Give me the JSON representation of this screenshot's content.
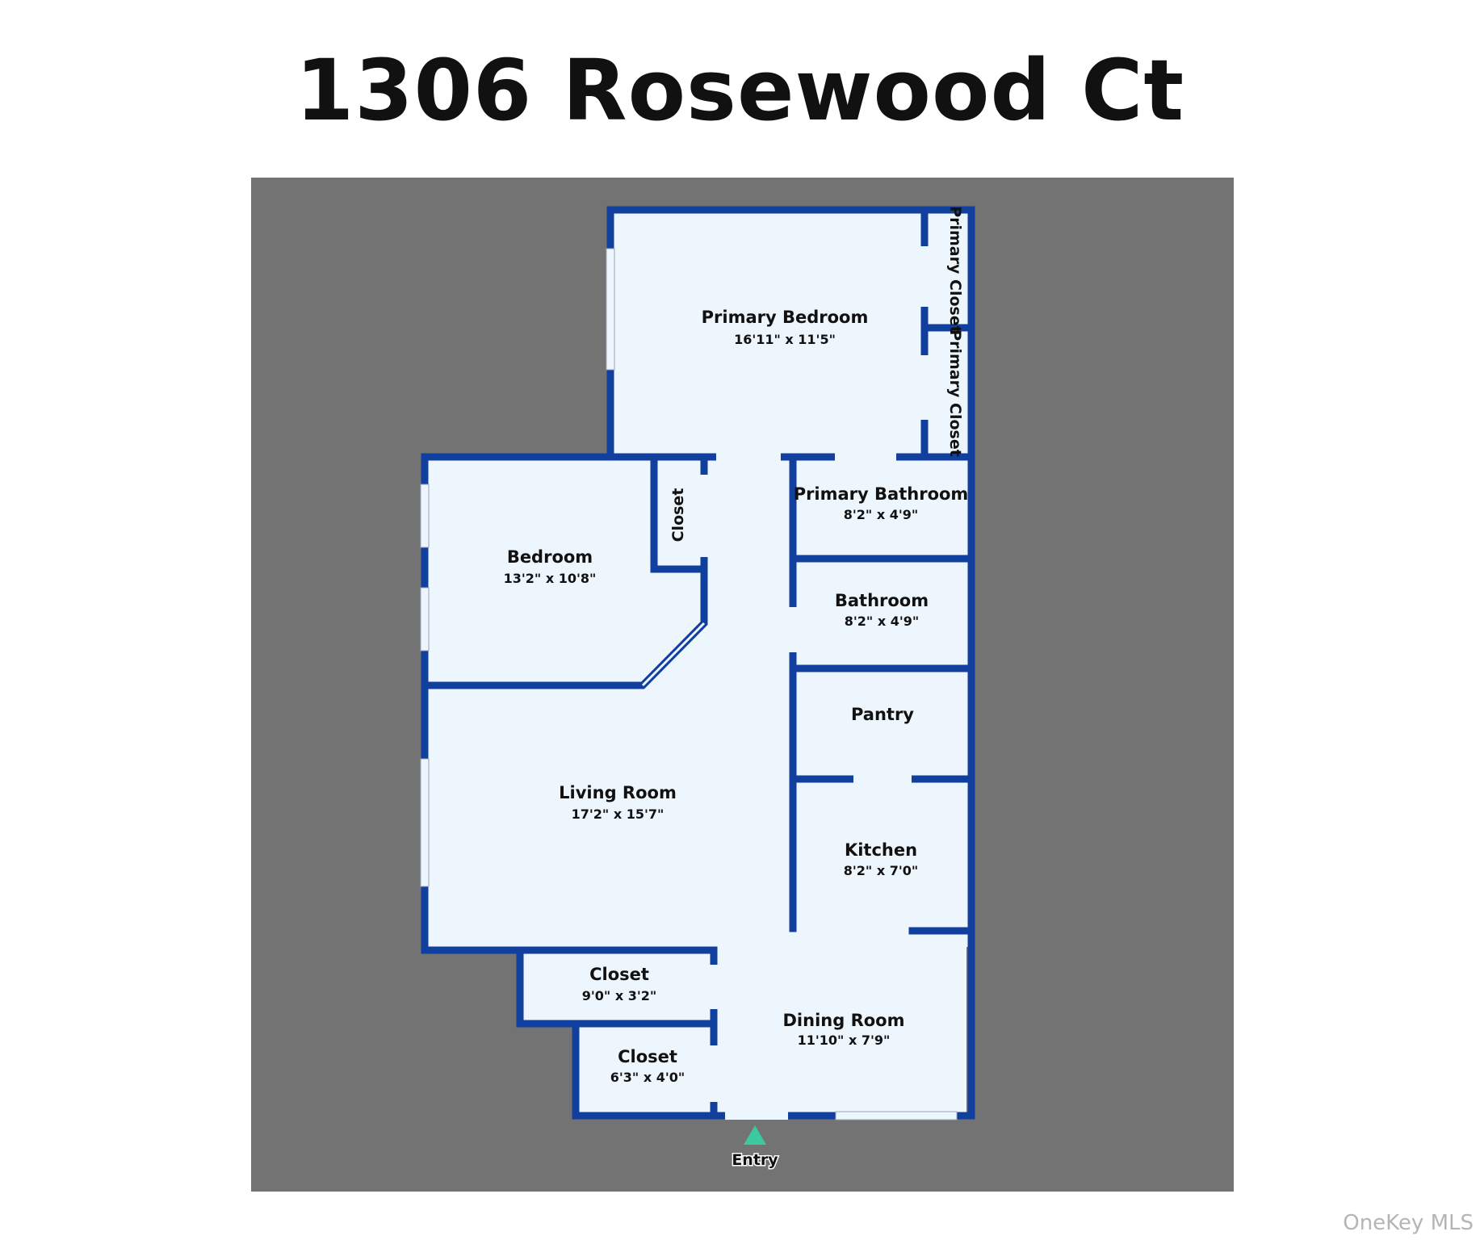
{
  "title": "1306 Rosewood Ct",
  "colors": {
    "wall": "#103f9e",
    "floor": "#eef6fd",
    "background": "#737373",
    "entry_marker": "#3dc9a0"
  },
  "rooms": [
    {
      "name": "Primary Bedroom",
      "dims": "16'11\" x 11'5\""
    },
    {
      "name": "Primary Closet",
      "dims": ""
    },
    {
      "name": "Primary Closet",
      "dims": ""
    },
    {
      "name": "Primary Bathroom",
      "dims": "8'2\" x 4'9\""
    },
    {
      "name": "Bedroom",
      "dims": "13'2\" x 10'8\""
    },
    {
      "name": "Closet",
      "dims": ""
    },
    {
      "name": "Bathroom",
      "dims": "8'2\" x 4'9\""
    },
    {
      "name": "Pantry",
      "dims": ""
    },
    {
      "name": "Living Room",
      "dims": "17'2\" x 15'7\""
    },
    {
      "name": "Kitchen",
      "dims": "8'2\" x 7'0\""
    },
    {
      "name": "Closet",
      "dims": "9'0\" x 3'2\""
    },
    {
      "name": "Dining Room",
      "dims": "11'10\" x 7'9\""
    },
    {
      "name": "Closet",
      "dims": "6'3\" x 4'0\""
    }
  ],
  "entry_label": "Entry",
  "watermark": "OneKey MLS"
}
